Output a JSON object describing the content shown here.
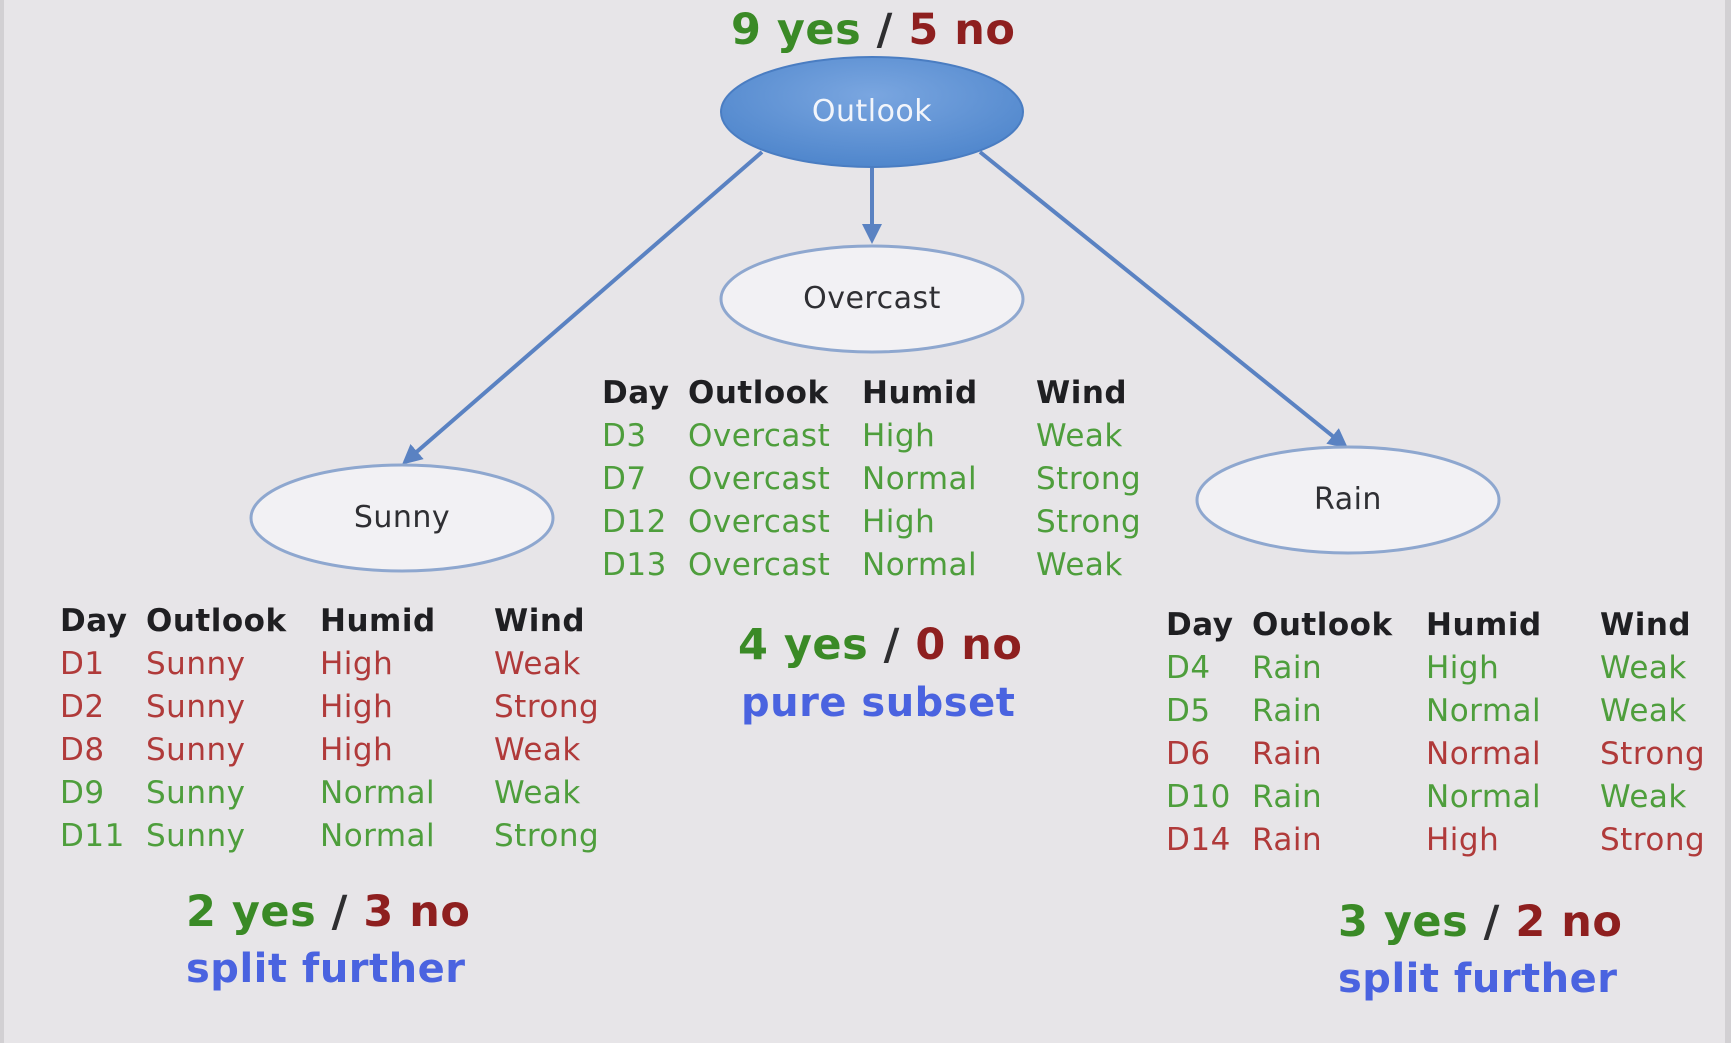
{
  "colors": {
    "background": "#e7e5e8",
    "yes": "#3a8a26",
    "no": "#8e1f1f",
    "positive_row": "#4e9e3c",
    "negative_row": "#b03a3a",
    "verdict": "#4a63e0",
    "root_fill": "#5b8fd1",
    "edge": "#5a82c2"
  },
  "root": {
    "label": "Outlook",
    "count": {
      "yes": "9 yes",
      "sep": "/",
      "no": "5 no"
    }
  },
  "columns": [
    "Day",
    "Outlook",
    "Humid",
    "Wind"
  ],
  "sunny": {
    "label": "Sunny",
    "rows": [
      {
        "day": "D1",
        "outlook": "Sunny",
        "humid": "High",
        "wind": "Weak",
        "class": "no"
      },
      {
        "day": "D2",
        "outlook": "Sunny",
        "humid": "High",
        "wind": "Strong",
        "class": "no"
      },
      {
        "day": "D8",
        "outlook": "Sunny",
        "humid": "High",
        "wind": "Weak",
        "class": "no"
      },
      {
        "day": "D9",
        "outlook": "Sunny",
        "humid": "Normal",
        "wind": "Weak",
        "class": "yes"
      },
      {
        "day": "D11",
        "outlook": "Sunny",
        "humid": "Normal",
        "wind": "Strong",
        "class": "yes"
      }
    ],
    "count": {
      "yes": "2 yes",
      "sep": "/",
      "no": "3 no"
    },
    "verdict": "split further"
  },
  "overcast": {
    "label": "Overcast",
    "rows": [
      {
        "day": "D3",
        "outlook": "Overcast",
        "humid": "High",
        "wind": "Weak",
        "class": "yes"
      },
      {
        "day": "D7",
        "outlook": "Overcast",
        "humid": "Normal",
        "wind": "Strong",
        "class": "yes"
      },
      {
        "day": "D12",
        "outlook": "Overcast",
        "humid": "High",
        "wind": "Strong",
        "class": "yes"
      },
      {
        "day": "D13",
        "outlook": "Overcast",
        "humid": "Normal",
        "wind": "Weak",
        "class": "yes"
      }
    ],
    "count": {
      "yes": "4 yes",
      "sep": "/",
      "no": "0 no"
    },
    "verdict": "pure subset"
  },
  "rain": {
    "label": "Rain",
    "rows": [
      {
        "day": "D4",
        "outlook": "Rain",
        "humid": "High",
        "wind": "Weak",
        "class": "yes"
      },
      {
        "day": "D5",
        "outlook": "Rain",
        "humid": "Normal",
        "wind": "Weak",
        "class": "yes"
      },
      {
        "day": "D6",
        "outlook": "Rain",
        "humid": "Normal",
        "wind": "Strong",
        "class": "no"
      },
      {
        "day": "D10",
        "outlook": "Rain",
        "humid": "Normal",
        "wind": "Weak",
        "class": "yes"
      },
      {
        "day": "D14",
        "outlook": "Rain",
        "humid": "High",
        "wind": "Strong",
        "class": "no"
      }
    ],
    "count": {
      "yes": "3 yes",
      "sep": "/",
      "no": "2 no"
    },
    "verdict": "split further"
  }
}
